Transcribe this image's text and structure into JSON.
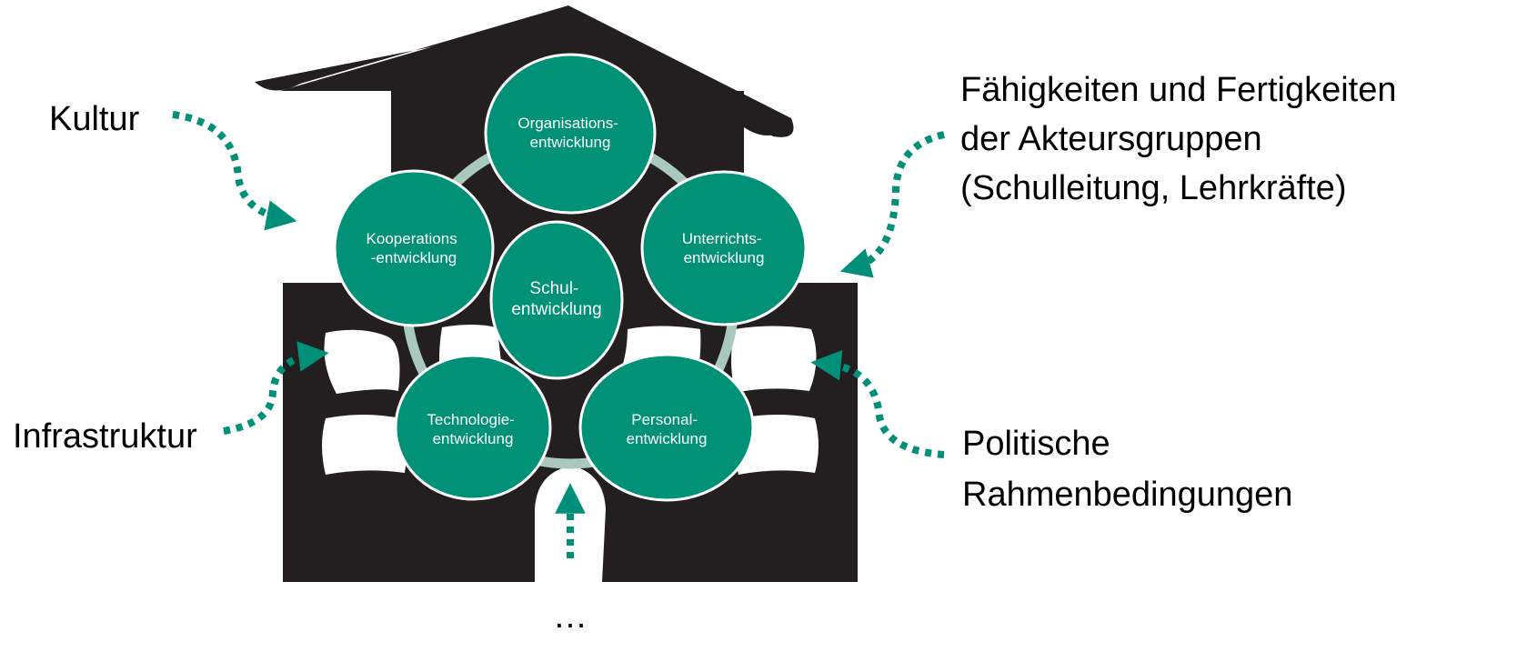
{
  "colors": {
    "house": "#231f20",
    "node_fill": "#009177",
    "node_stroke": "#ffffff",
    "ring": "#a9c9be",
    "arrow": "#00907a",
    "window": "#ffffff"
  },
  "center_node": {
    "lines": [
      "Schul-",
      "entwicklung"
    ]
  },
  "nodes": {
    "organisation": {
      "lines": [
        "Organisations-",
        "entwicklung"
      ]
    },
    "kooperation": {
      "lines": [
        "Kooperations",
        "-entwicklung"
      ]
    },
    "unterricht": {
      "lines": [
        "Unterrichts-",
        "entwicklung"
      ]
    },
    "technologie": {
      "lines": [
        "Technologie-",
        "entwicklung"
      ]
    },
    "personal": {
      "lines": [
        "Personal-",
        "entwicklung"
      ]
    }
  },
  "factors": {
    "kultur": {
      "lines": [
        "Kultur"
      ]
    },
    "infrastruktur": {
      "lines": [
        "Infrastruktur"
      ]
    },
    "faehigkeiten": {
      "lines": [
        "Fähigkeiten und Fertigkeiten",
        "der Akteursgruppen",
        "(Schulleitung, Lehrkräfte)"
      ]
    },
    "politisch": {
      "lines": [
        "Politische",
        "Rahmenbedingungen"
      ]
    },
    "weitere": {
      "lines": [
        "…"
      ]
    }
  }
}
